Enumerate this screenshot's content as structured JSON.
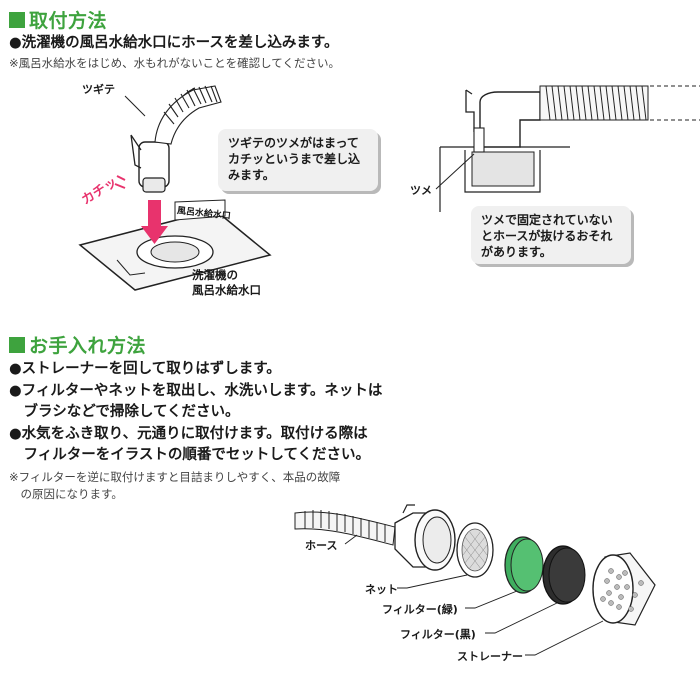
{
  "section1": {
    "heading": "取付方法",
    "bullet": "●洗濯機の風呂水給水口にホースを差し込みます。",
    "note": "※風呂水給水をはじめ、水もれがないことを確認してください。"
  },
  "diagram1": {
    "tsugite_label": "ツギテ",
    "kachi_text": "カチッ",
    "port_tag": "風呂水給水口",
    "port_label_line1": "洗濯機の",
    "port_label_line2": "風呂水給水口",
    "bubble_line1": "ツギテのツメがはまって",
    "bubble_line2": "カチッというまで差し込",
    "bubble_line3": "みます。"
  },
  "diagram2": {
    "tsume_label": "ツメ",
    "bubble_line1": "ツメで固定されていない",
    "bubble_line2": "とホースが抜けるおそれ",
    "bubble_line3": "があります。"
  },
  "section2": {
    "heading": "お手入れ方法",
    "bullets": [
      "●ストレーナーを回して取りはずします。",
      "●フィルターやネットを取出し、水洗いします。ネットは",
      "　ブラシなどで掃除してください。",
      "●水気をふき取り、元通りに取付けます。取付ける際は",
      "　フィルターをイラストの順番でセットしてください。"
    ],
    "note_line1": "※フィルターを逆に取付けますと目詰まりしやすく、本品の故障",
    "note_line2": "　の原因になります。"
  },
  "diagram3": {
    "hose_label": "ホース",
    "net_label": "ネット",
    "filter_green_label": "フィルター(緑)",
    "filter_black_label": "フィルター(黒)",
    "strainer_label": "ストレーナー"
  },
  "colors": {
    "accent_green": "#3ea33e",
    "arrow_pink": "#e8336d",
    "filter_green": "#3fae5f",
    "filter_black": "#3a3a3a"
  }
}
